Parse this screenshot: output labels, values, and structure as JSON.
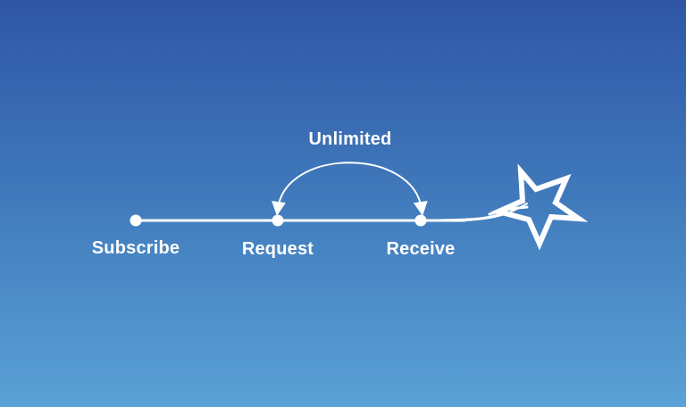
{
  "diagram": {
    "steps": [
      {
        "label": "Subscribe"
      },
      {
        "label": "Request"
      },
      {
        "label": "Receive"
      }
    ],
    "loop_label": "Unlimited",
    "colors": {
      "background_top": "#2f56a6",
      "background_bottom": "#5aa2d6",
      "foreground": "#ffffff"
    },
    "end_icon": "shooting-star-icon"
  }
}
